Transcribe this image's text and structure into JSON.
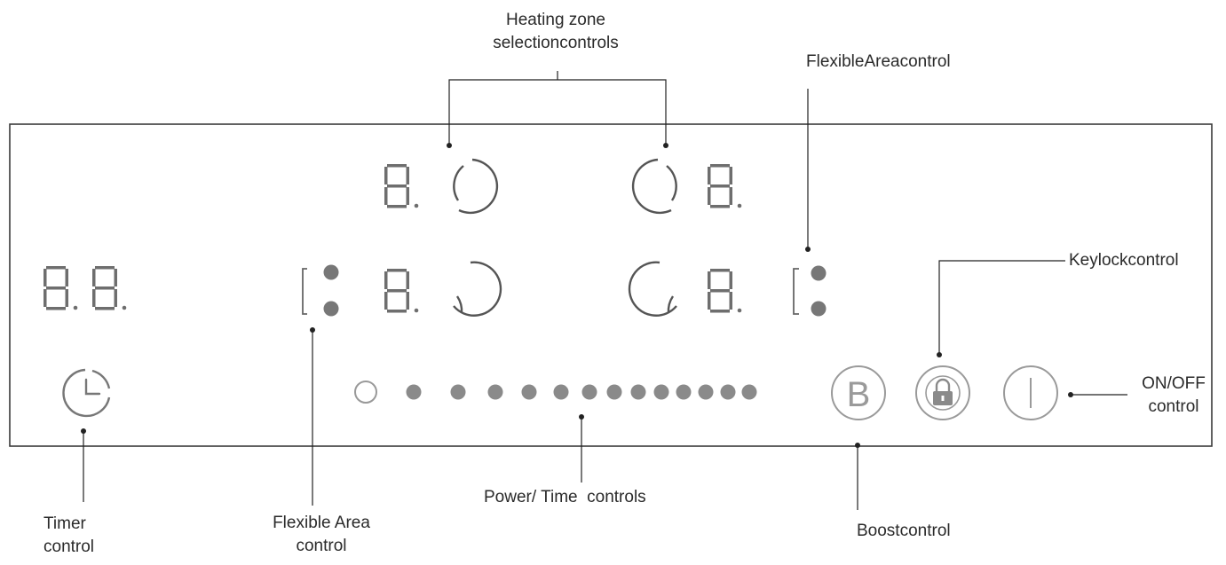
{
  "labels": {
    "heating_zone_line1": "Heating zone",
    "heating_zone_line2": "selectioncontrols",
    "flexible_area_top": "FlexibleAreacontrol",
    "keylock": "Keylockcontrol",
    "onoff_line1": "ON/OFF",
    "onoff_line2": "control",
    "timer_line1": "Timer",
    "timer_line2": "control",
    "flexible_area_bottom_line1": "Flexible Area",
    "flexible_area_bottom_line2": "control",
    "power_time": "Power/ Time  controls",
    "boost": "Boostcontrol"
  },
  "displays": {
    "timer_digits": "8.8.",
    "zone_digit": "8."
  },
  "buttons": {
    "boost_letter": "B"
  },
  "colors": {
    "panel_border": "#3a3a3a",
    "segment": "#6e6e6e",
    "dot": "#8a8a8a",
    "ring": "#9a9a9a",
    "leader_line": "#222222"
  },
  "slider": {
    "hollow_dots": 1,
    "filled_dots": 13
  }
}
